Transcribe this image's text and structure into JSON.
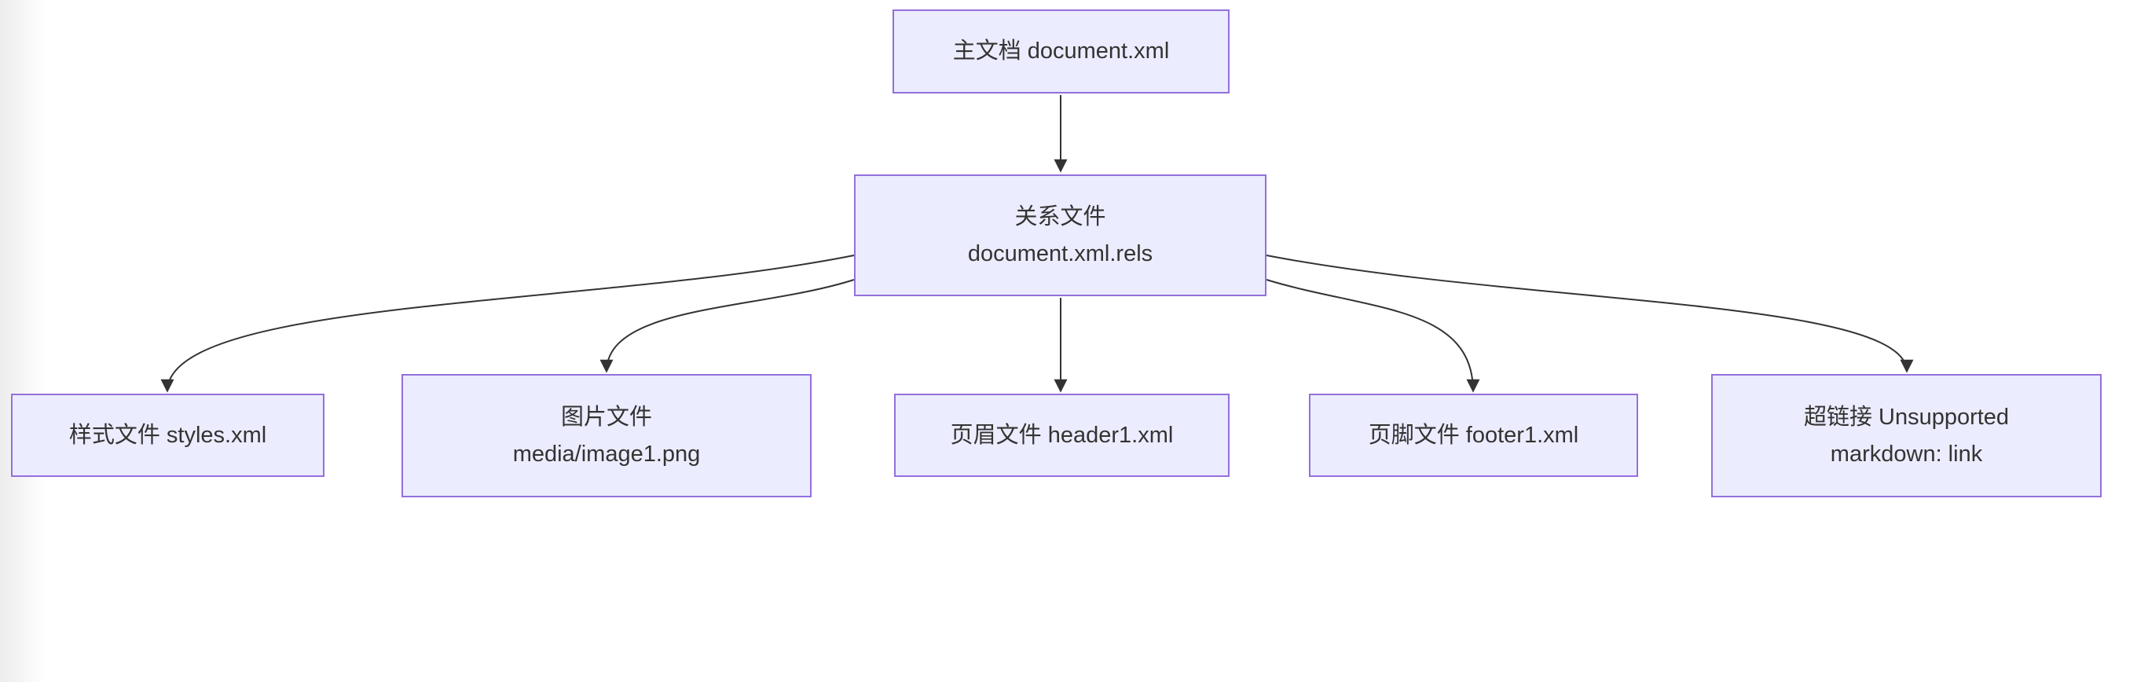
{
  "diagram": {
    "type": "flowchart-top-down",
    "colors": {
      "node_fill": "#ECECFF",
      "node_border": "#9370DB",
      "edge": "#333333",
      "text": "#333333"
    },
    "nodes": {
      "main": {
        "label": "主文档 document.xml"
      },
      "rels": {
        "label": "关系文件\ndocument.xml.rels"
      },
      "styles": {
        "label": "样式文件 styles.xml"
      },
      "image": {
        "label": "图片文件\nmedia/image1.png"
      },
      "header": {
        "label": "页眉文件 header1.xml"
      },
      "footer": {
        "label": "页脚文件 footer1.xml"
      },
      "link": {
        "label": "超链接 Unsupported\nmarkdown: link"
      }
    },
    "edges": [
      {
        "from": "main",
        "to": "rels"
      },
      {
        "from": "rels",
        "to": "styles"
      },
      {
        "from": "rels",
        "to": "image"
      },
      {
        "from": "rels",
        "to": "header"
      },
      {
        "from": "rels",
        "to": "footer"
      },
      {
        "from": "rels",
        "to": "link"
      }
    ]
  }
}
